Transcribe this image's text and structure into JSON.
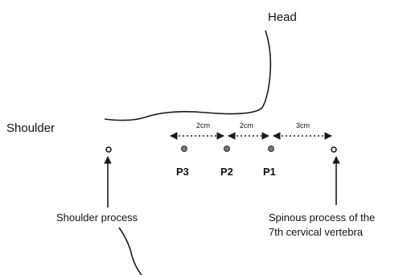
{
  "labels": {
    "head": "Head",
    "shoulder": "Shoulder",
    "shoulder_process": "Shoulder process",
    "spinous_process_line1": "Spinous process of the",
    "spinous_process_line2": "7th cervical vertebra"
  },
  "points": [
    {
      "label": "P3"
    },
    {
      "label": "P2"
    },
    {
      "label": "P1"
    }
  ],
  "distances": [
    {
      "label": "2cm",
      "between": "P3-P2"
    },
    {
      "label": "2cm",
      "between": "P2-P1"
    },
    {
      "label": "3cm",
      "between": "P1-C7"
    }
  ],
  "colors": {
    "stroke": "#1a1a1a",
    "point_fill": "#777777",
    "background": "#ffffff"
  }
}
